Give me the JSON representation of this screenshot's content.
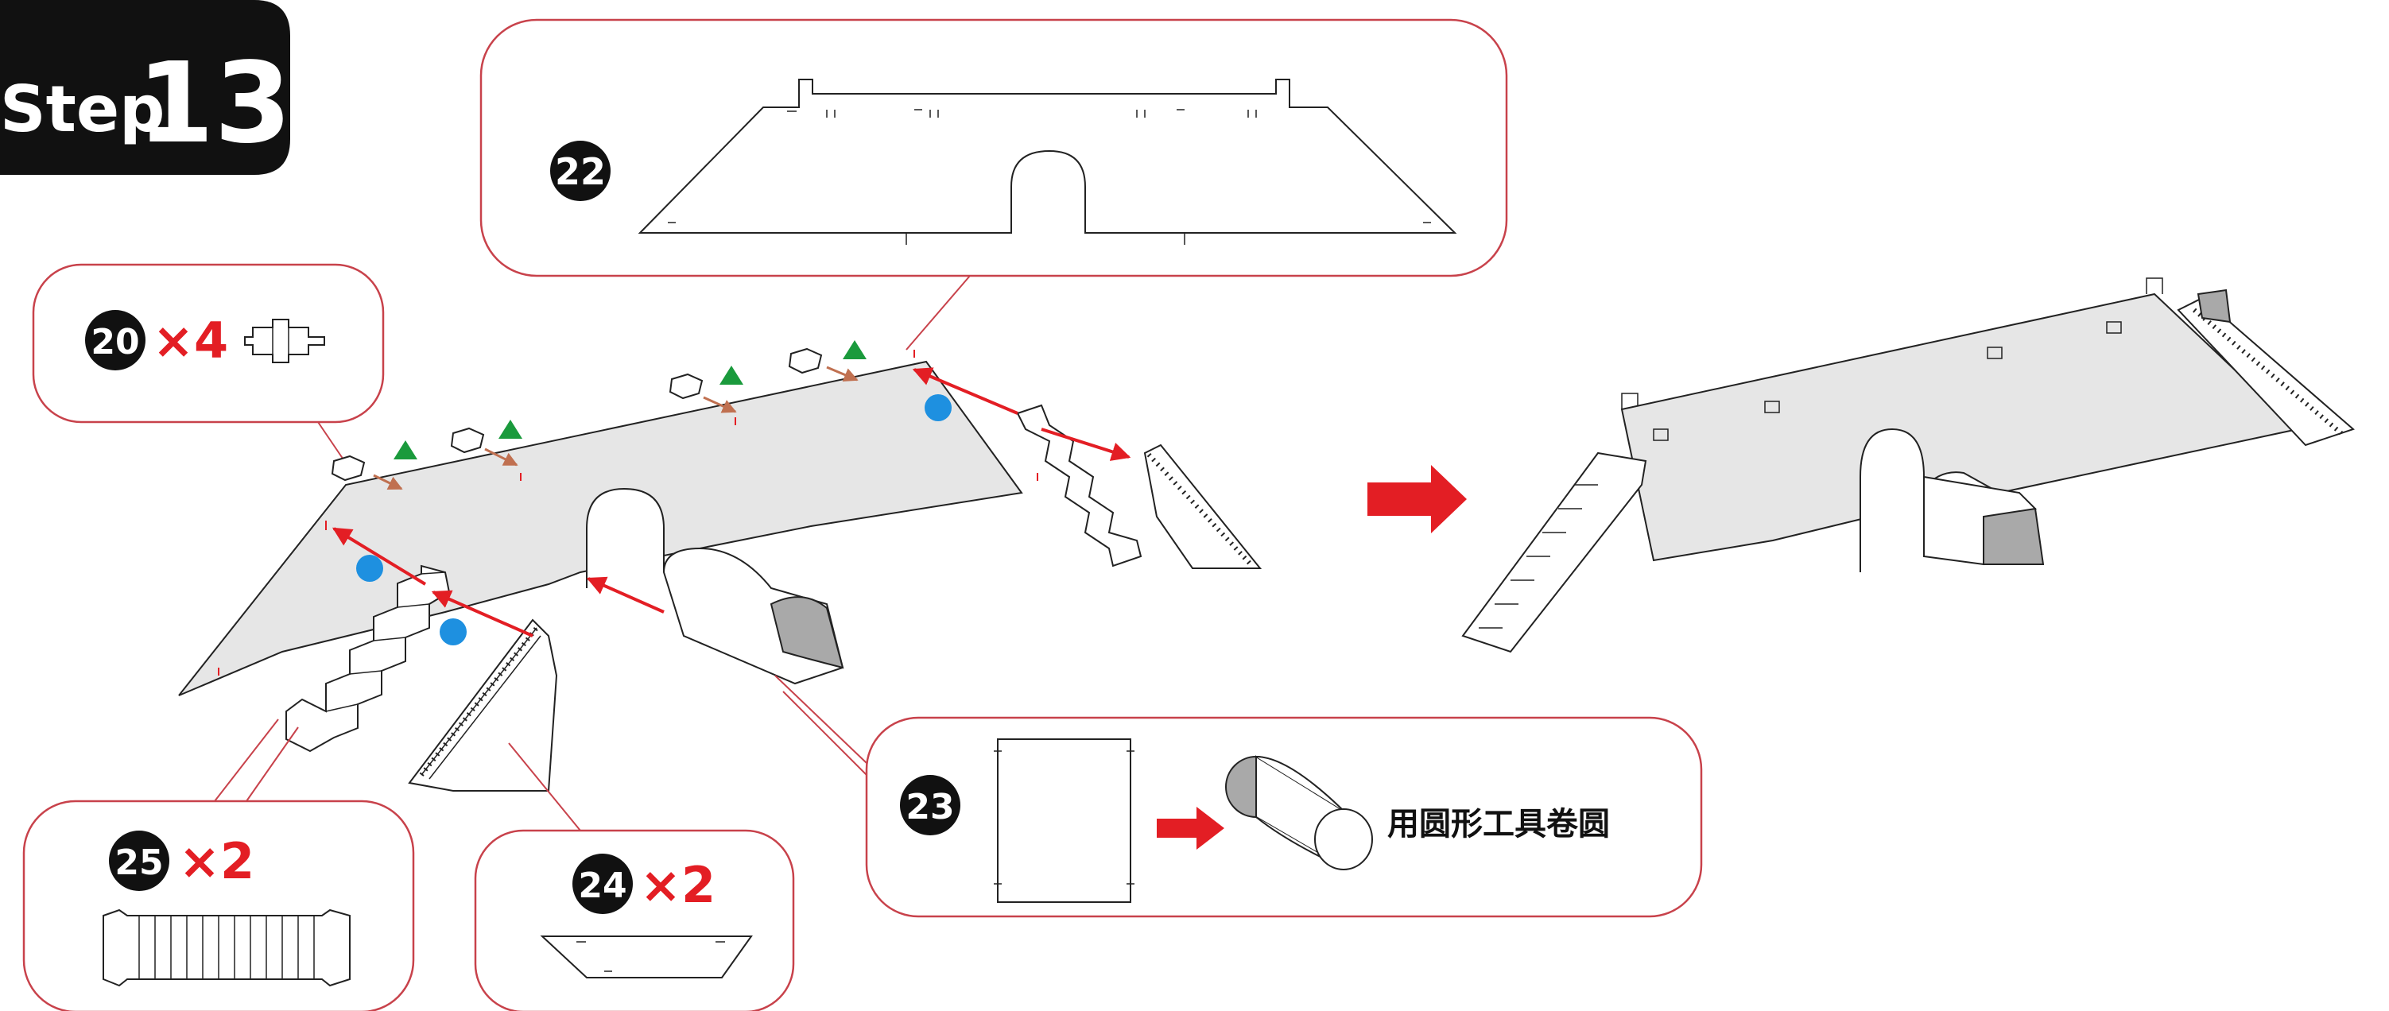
{
  "step": {
    "word": "Step",
    "number": "13",
    "bg_color": "#111111",
    "text_color": "#ffffff"
  },
  "colors": {
    "accent_red": "#e31e24",
    "callout_border": "#c8424b",
    "marker_green": "#1a9a3c",
    "marker_blue": "#1e90e0",
    "marker_orange": "#d08a60",
    "fill_grey": "#e6e6e6"
  },
  "parts": {
    "p22": {
      "number": "22"
    },
    "p20": {
      "number": "20",
      "qty": "×4"
    },
    "p25": {
      "number": "25",
      "qty": "×2"
    },
    "p24": {
      "number": "24",
      "qty": "×2"
    },
    "p23": {
      "number": "23",
      "note": "用圆形工具卷圆"
    }
  },
  "icons": {
    "next_arrow": "right-arrow-icon",
    "roll_arrow": "right-arrow-icon"
  }
}
